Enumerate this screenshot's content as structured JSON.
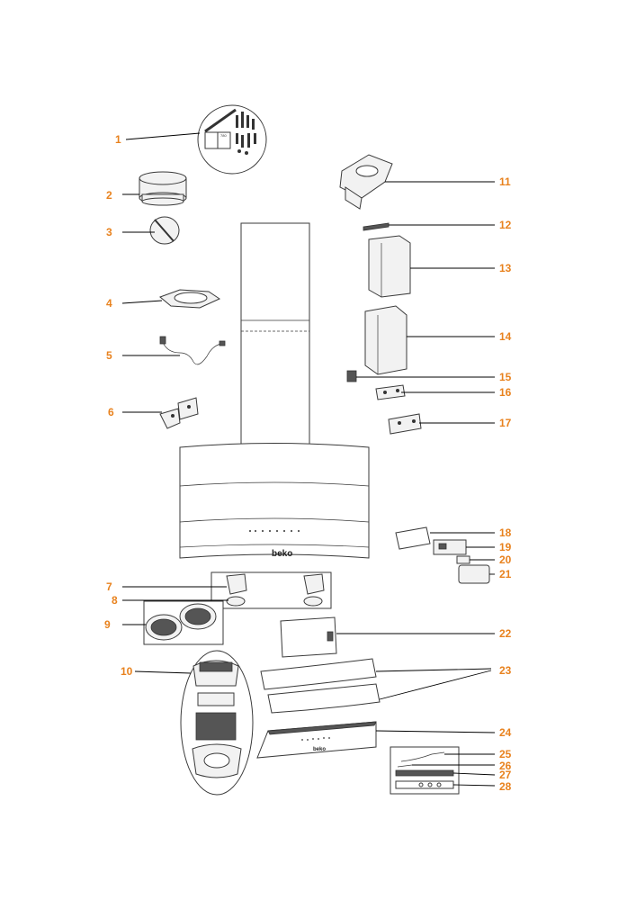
{
  "colors": {
    "label": "#e8821e",
    "line": "#000000",
    "part_stroke": "#3a3a3a",
    "part_fill": "#f2f2f2"
  },
  "brand_text": "beko",
  "kit_sticker_text": "780",
  "labels": [
    "1",
    "2",
    "3",
    "4",
    "5",
    "6",
    "7",
    "8",
    "9",
    "10",
    "11",
    "12",
    "13",
    "14",
    "15",
    "16",
    "17",
    "18",
    "19",
    "20",
    "21",
    "22",
    "23",
    "24",
    "25",
    "26",
    "27",
    "28"
  ]
}
